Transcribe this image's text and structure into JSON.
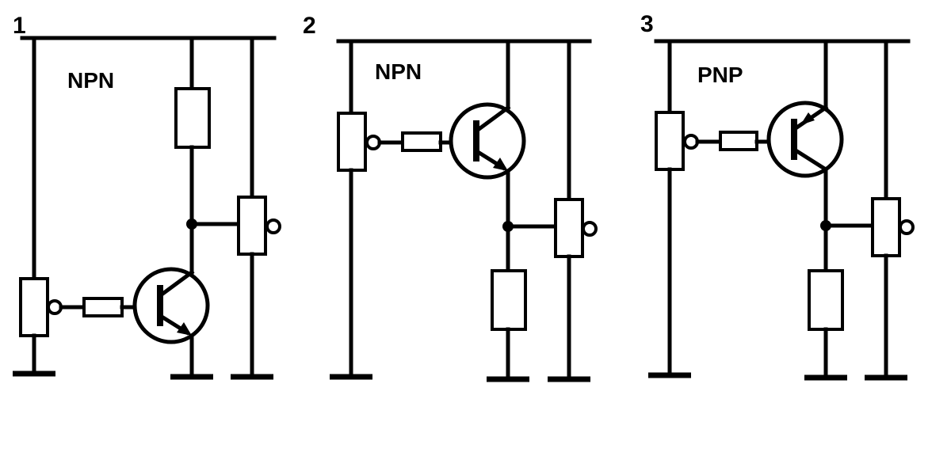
{
  "circuits": [
    {
      "number": "1",
      "type_label": "NPN"
    },
    {
      "number": "2",
      "type_label": "NPN"
    },
    {
      "number": "3",
      "type_label": "PNP"
    }
  ]
}
